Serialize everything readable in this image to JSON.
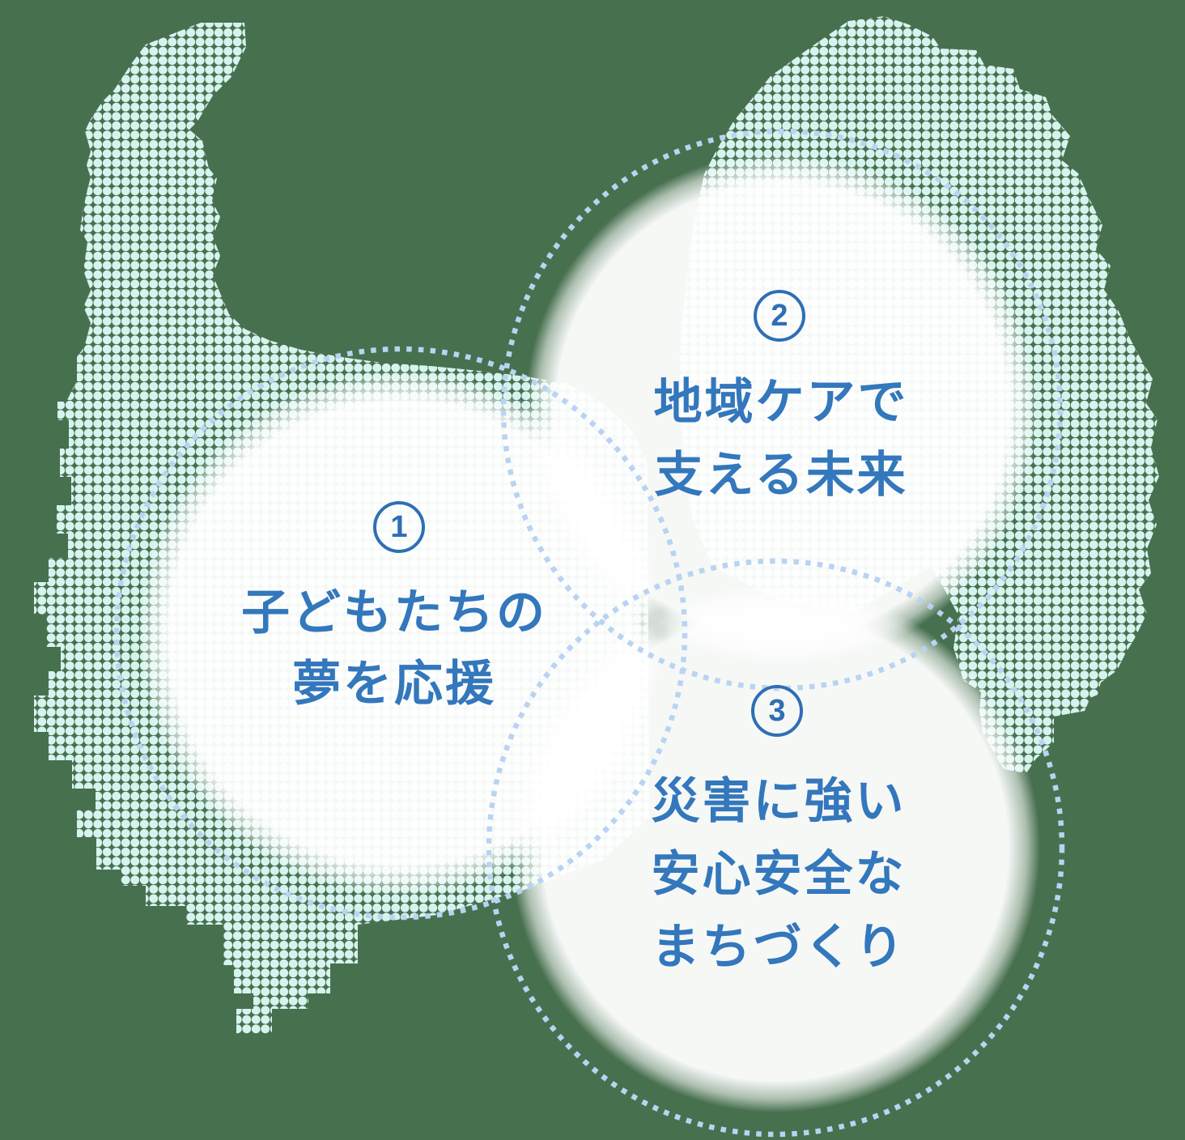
{
  "diagram": {
    "description": "dotted-prefecture-map-with-three-overlapping-policy-circles",
    "items": [
      {
        "number": "1",
        "lines": [
          "子どもたちの",
          "夢を応援"
        ]
      },
      {
        "number": "2",
        "lines": [
          "地域ケアで",
          "支える未来"
        ]
      },
      {
        "number": "3",
        "lines": [
          "災害に強い",
          "安心安全な",
          "まちづくり"
        ]
      }
    ],
    "colors": {
      "background": "#47704F",
      "map_dot": "#D6F3EE",
      "ring_dot": "#B9D3F2",
      "text_blue": "#3377BC",
      "circle_fill": "#FFFFFF"
    }
  }
}
